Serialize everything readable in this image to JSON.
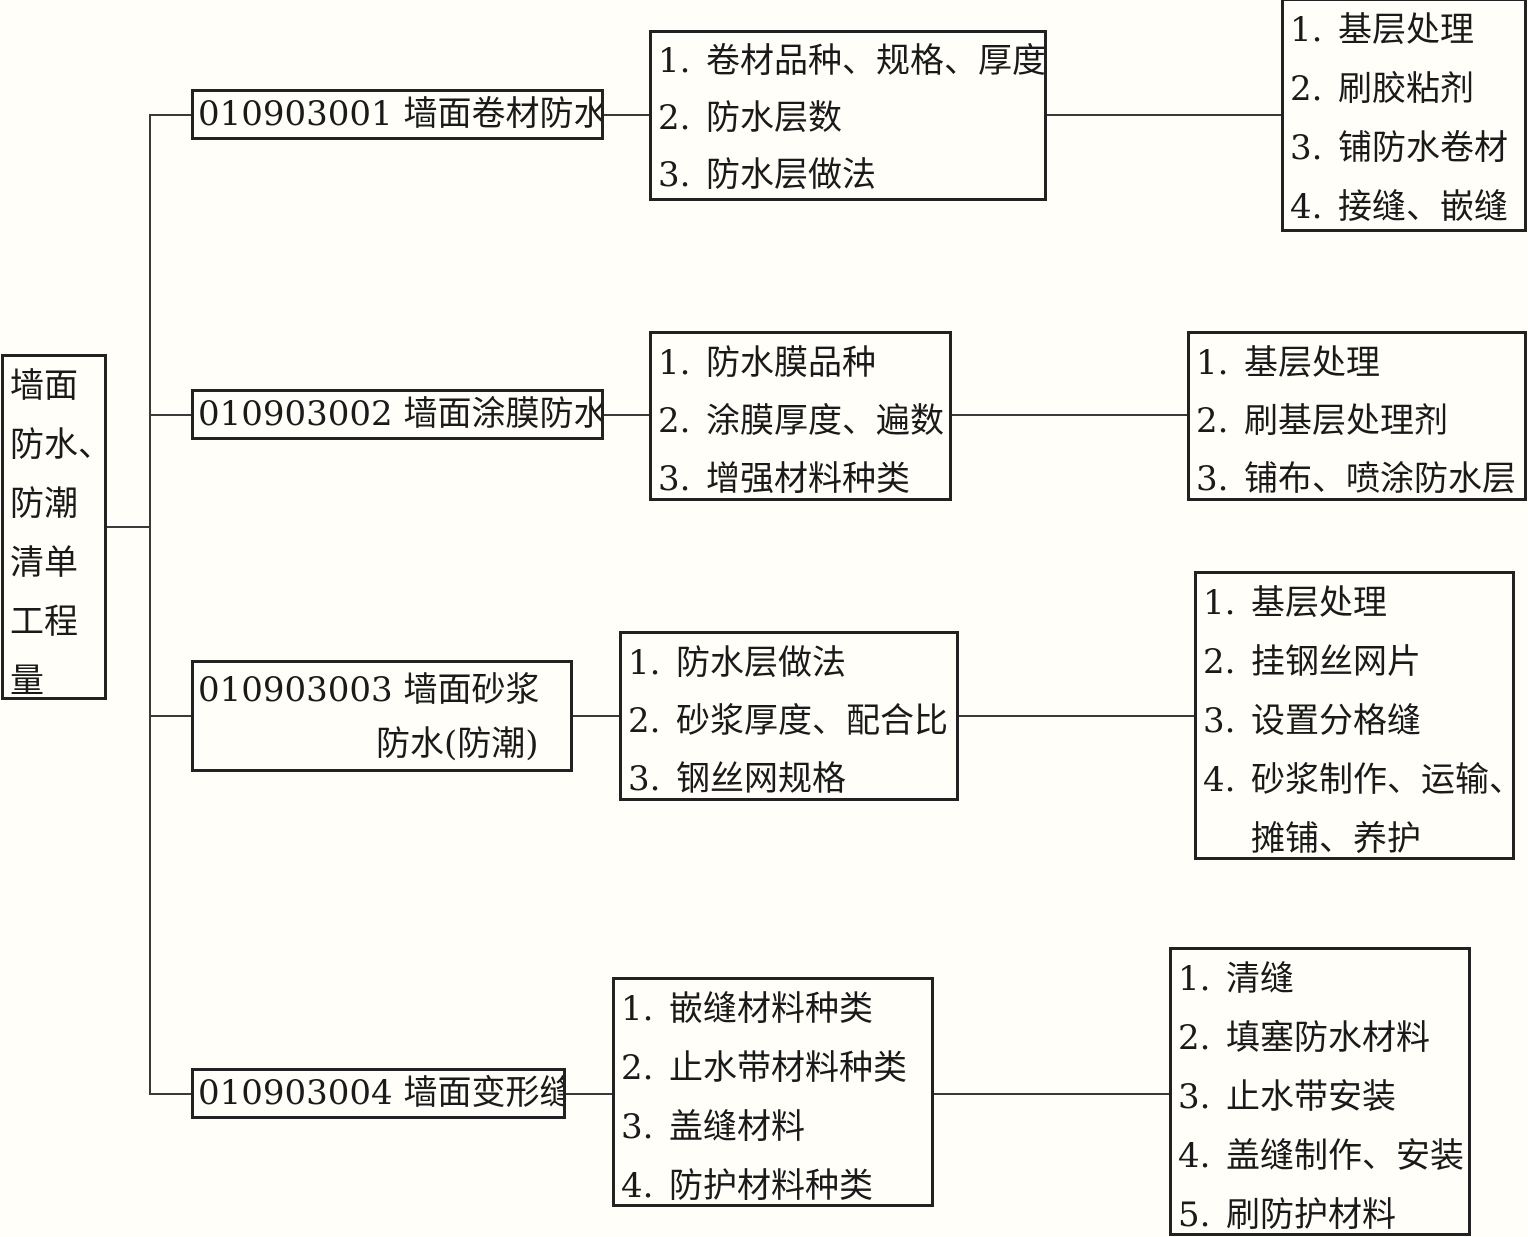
{
  "root": {
    "lines": [
      "墙面",
      "防水、",
      "防潮",
      "清单",
      "工程",
      "量"
    ]
  },
  "branches": [
    {
      "code": "010903001",
      "name": "墙面卷材防水",
      "features": [
        {
          "num": "1.",
          "text": "卷材品种、规格、厚度"
        },
        {
          "num": "2.",
          "text": "防水层数"
        },
        {
          "num": "3.",
          "text": "防水层做法"
        }
      ],
      "works": [
        {
          "num": "1.",
          "text": "基层处理"
        },
        {
          "num": "2.",
          "text": "刷胶粘剂"
        },
        {
          "num": "3.",
          "text": "铺防水卷材"
        },
        {
          "num": "4.",
          "text": "接缝、嵌缝"
        }
      ]
    },
    {
      "code": "010903002",
      "name": "墙面涂膜防水",
      "features": [
        {
          "num": "1.",
          "text": "防水膜品种"
        },
        {
          "num": "2.",
          "text": "涂膜厚度、遍数"
        },
        {
          "num": "3.",
          "text": "增强材料种类"
        }
      ],
      "works": [
        {
          "num": "1.",
          "text": "基层处理"
        },
        {
          "num": "2.",
          "text": "刷基层处理剂"
        },
        {
          "num": "3.",
          "text": "铺布、喷涂防水层"
        }
      ]
    },
    {
      "code": "010903003",
      "name": "墙面砂浆",
      "name_line2": "防水(防潮)",
      "features": [
        {
          "num": "1.",
          "text": "防水层做法"
        },
        {
          "num": "2.",
          "text": "砂浆厚度、配合比"
        },
        {
          "num": "3.",
          "text": "钢丝网规格"
        }
      ],
      "works": [
        {
          "num": "1.",
          "text": "基层处理"
        },
        {
          "num": "2.",
          "text": "挂钢丝网片"
        },
        {
          "num": "3.",
          "text": "设置分格缝"
        },
        {
          "num": "4.",
          "text": "砂浆制作、运输、",
          "cont": "摊铺、养护"
        }
      ]
    },
    {
      "code": "010903004",
      "name": "墙面变形缝",
      "features": [
        {
          "num": "1.",
          "text": "嵌缝材料种类"
        },
        {
          "num": "2.",
          "text": "止水带材料种类"
        },
        {
          "num": "3.",
          "text": "盖缝材料"
        },
        {
          "num": "4.",
          "text": "防护材料种类"
        }
      ],
      "works": [
        {
          "num": "1.",
          "text": "清缝"
        },
        {
          "num": "2.",
          "text": "填塞防水材料"
        },
        {
          "num": "3.",
          "text": "止水带安装"
        },
        {
          "num": "4.",
          "text": "盖缝制作、安装"
        },
        {
          "num": "5.",
          "text": "刷防护材料"
        }
      ]
    }
  ]
}
